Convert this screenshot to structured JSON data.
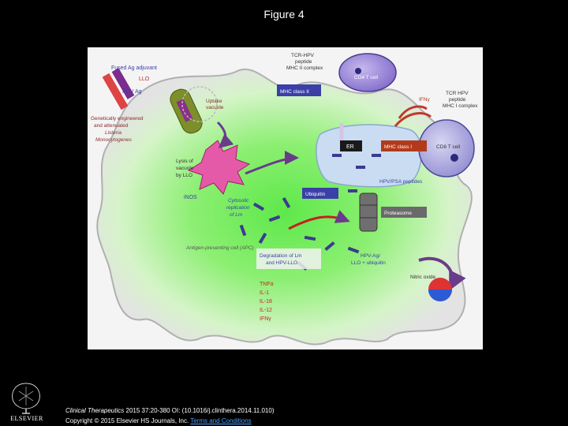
{
  "slide": {
    "title": "Figure 4"
  },
  "figure": {
    "labels": {
      "fused_ag_adjuvant": "Fused Ag adjuvant",
      "llo": "LLO",
      "hpv_ag": "HPV Ag",
      "listeria_line1": "Genetically engineered",
      "listeria_line2": "and attenuated",
      "listeria_line3": "Listeria",
      "listeria_line4": "Monocytogenes",
      "uptake_line1": "Uptake",
      "uptake_line2": "vacuole",
      "lysis_line1": "Lysis of",
      "lysis_line2": "vacuole",
      "lysis_line3": "by LLO",
      "inos": "iNOS",
      "cytosolic_line1": "Cytosolic",
      "cytosolic_line2": "replication",
      "cytosolic_line3": "of Lm",
      "apc": "Antigen-presenting cell (APC)",
      "degradation_line1": "Degradation of Lm",
      "degradation_line2": "and HPV-LLO",
      "tcr_mhc2_line1": "TCR-HPV",
      "tcr_mhc2_line2": "peptide",
      "tcr_mhc2_line3": "MHC II complex",
      "cd4": "CD4 T cell",
      "mhc_class2": "MHC class II",
      "tcr_mhc1_line1": "TCR HPV",
      "tcr_mhc1_line2": "peptide",
      "tcr_mhc1_line3": "MHC I complex",
      "cd8": "CD8 T cell",
      "ifng_small": "IFNγ",
      "er": "ER",
      "mhc_class1": "MHC class I",
      "hpv_psa": "HPV/PSA peptides",
      "ubiquitin": "Ubiquitin",
      "proteasome": "Proteasome",
      "hpv_ag_llo_line1": "HPV-Ag/",
      "hpv_ag_llo_line2": "LLO + ubiquitin",
      "nitric_oxide": "Nitric oxide",
      "cytokines": [
        "TNFα",
        "IL-1",
        "IL-18",
        "IL-12",
        "IFNγ"
      ]
    }
  },
  "footer": {
    "journal": "Clinical Therapeutics",
    "citation": " 2015 37:20-380 OI: (10.1016/j.clinthera.2014.11.010)",
    "copyright": "Copyright © 2015 Elsevier HS Journals, Inc.",
    "link": "Terms and Conditions"
  },
  "logo": {
    "word": "ELSEVIER"
  }
}
